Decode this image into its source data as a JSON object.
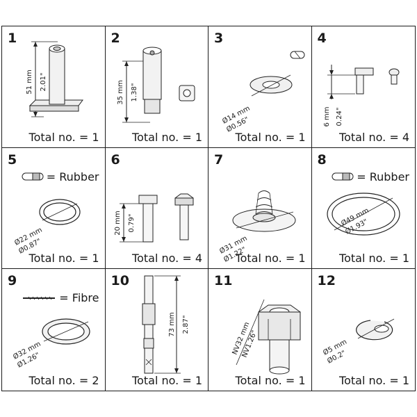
{
  "cells": [
    {
      "number": "1",
      "total": "Total no. = 1",
      "dims": [
        "51 mm",
        "2.01\""
      ]
    },
    {
      "number": "2",
      "total": "Total no. = 1",
      "dims": [
        "35 mm",
        "1.38\""
      ]
    },
    {
      "number": "3",
      "total": "Total no. = 1",
      "dims": [
        "Ø14 mm",
        "Ø0.56\""
      ]
    },
    {
      "number": "4",
      "total": "Total no. = 4",
      "dims": [
        "6 mm",
        "0.24\""
      ]
    },
    {
      "number": "5",
      "total": "Total no. = 1",
      "dims": [
        "Ø22 mm",
        "Ø0.87\""
      ],
      "material": "= Rubber"
    },
    {
      "number": "6",
      "total": "Total no. = 4",
      "dims": [
        "20 mm",
        "0.79\""
      ]
    },
    {
      "number": "7",
      "total": "Total no. = 1",
      "dims": [
        "Ø31 mm",
        "Ø1.22\""
      ]
    },
    {
      "number": "8",
      "total": "Total no. = 1",
      "dims": [
        "Ø49 mm",
        "Ø1.93\""
      ],
      "material": "= Rubber"
    },
    {
      "number": "9",
      "total": "Total no. = 2",
      "dims": [
        "Ø32 mm",
        "Ø1.26\""
      ],
      "material": "= Fibre"
    },
    {
      "number": "10",
      "total": "Total no. = 1",
      "dims": [
        "73 mm",
        "2.87\""
      ]
    },
    {
      "number": "11",
      "total": "Total no. = 1",
      "dims": [
        "NV32 mm",
        "NV1.26\""
      ]
    },
    {
      "number": "12",
      "total": "Total no. = 1",
      "dims": [
        "Ø5 mm",
        "Ø0.2\""
      ]
    }
  ]
}
